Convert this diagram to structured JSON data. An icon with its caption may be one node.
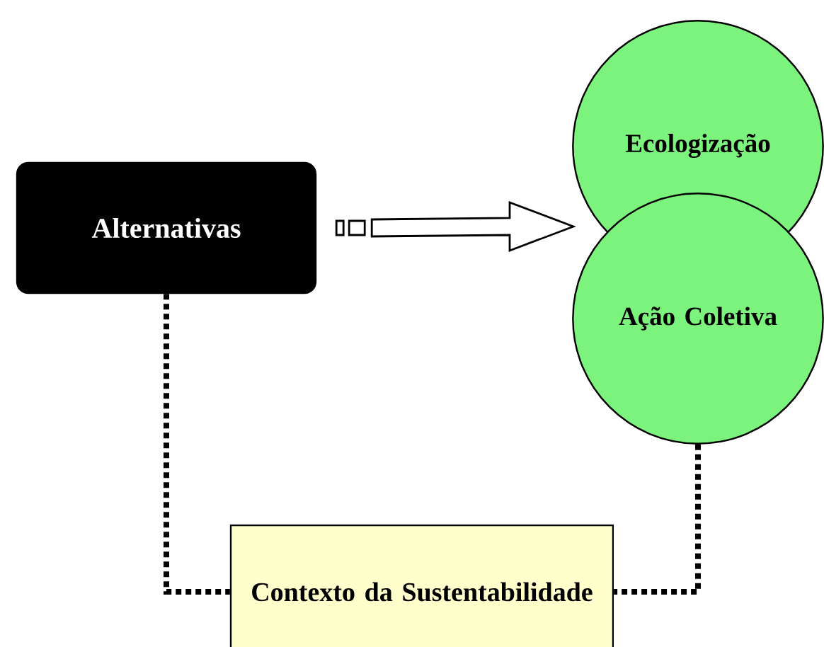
{
  "diagram": {
    "nodes": [
      {
        "text": [
          "Alternativas"
        ]
      },
      {
        "text": [
          "Ecologização"
        ]
      },
      {
        "text": [
          "Ação Coletiva"
        ]
      },
      {
        "text": [
          "Contexto da Sustentabilidade"
        ]
      }
    ],
    "edges": [
      {
        "from": 0,
        "to": 1,
        "arrow": "to"
      },
      {
        "from": 0,
        "to": 3,
        "arrow": "none",
        "style": "dashed"
      },
      {
        "from": 2,
        "to": 3,
        "arrow": "none",
        "style": "dashed"
      }
    ]
  }
}
